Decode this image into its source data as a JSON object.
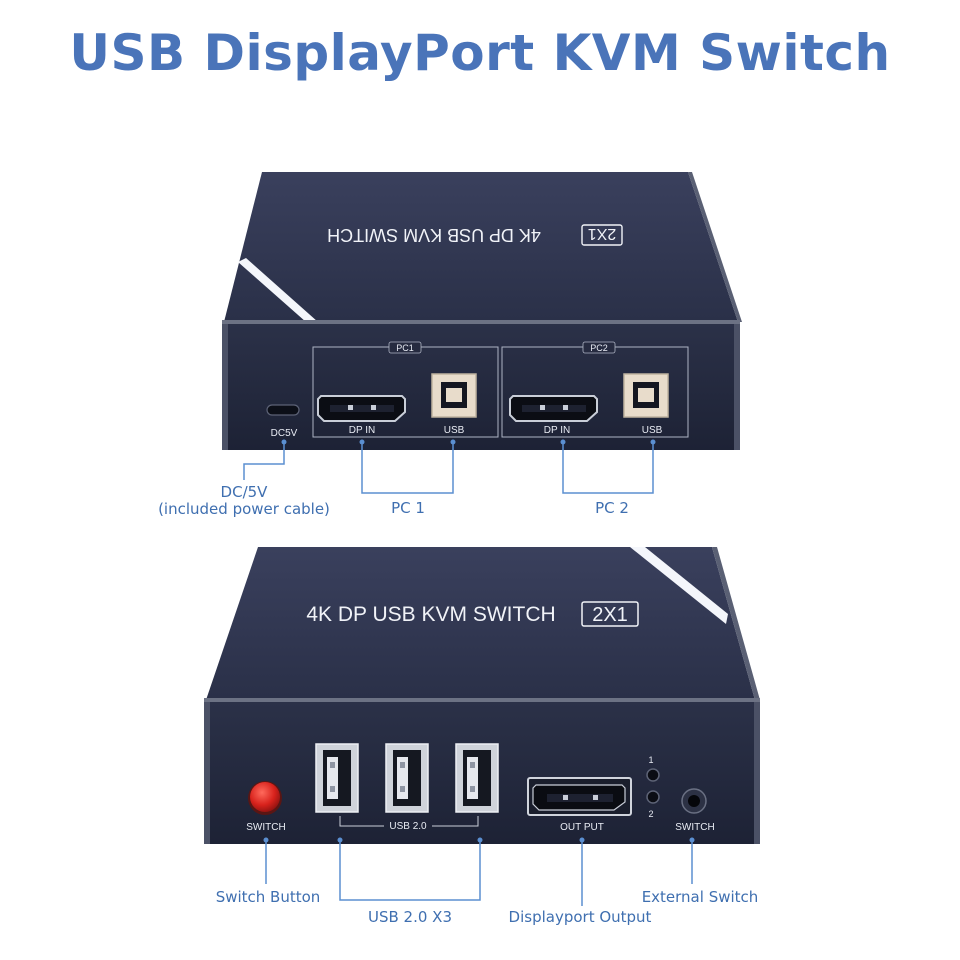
{
  "title": "USB DisplayPort KVM Switch",
  "back_unit": {
    "top_label": "4K DP USB KVM SWITCH",
    "top_badge": "2X1",
    "ports": {
      "power": "DC5V",
      "pc1_group": "PC1",
      "pc2_group": "PC2",
      "dp_in": "DP IN",
      "usb": "USB"
    },
    "callouts": {
      "power_line1": "DC/5V",
      "power_line2": "(included power cable)",
      "pc1": "PC 1",
      "pc2": "PC 2"
    }
  },
  "front_unit": {
    "top_label": "4K DP USB KVM SWITCH",
    "top_badge": "2X1",
    "ports": {
      "switch": "SWITCH",
      "usb_group": "USB 2.0",
      "output": "OUT PUT",
      "led1": "1",
      "led2": "2",
      "external": "SWITCH"
    },
    "callouts": {
      "switch_button": "Switch Button",
      "usb": "USB 2.0 X3",
      "dp_output": "Displayport Output",
      "external_switch": "External Switch"
    }
  },
  "colors": {
    "title": "#4a74b9",
    "callout_text": "#3f6fb0",
    "callout_line": "#5b8fd1",
    "device_body": "#262b40",
    "device_top": "#2f3550",
    "device_trim": "#9aa0b0",
    "switch_button": "#d8221c"
  }
}
